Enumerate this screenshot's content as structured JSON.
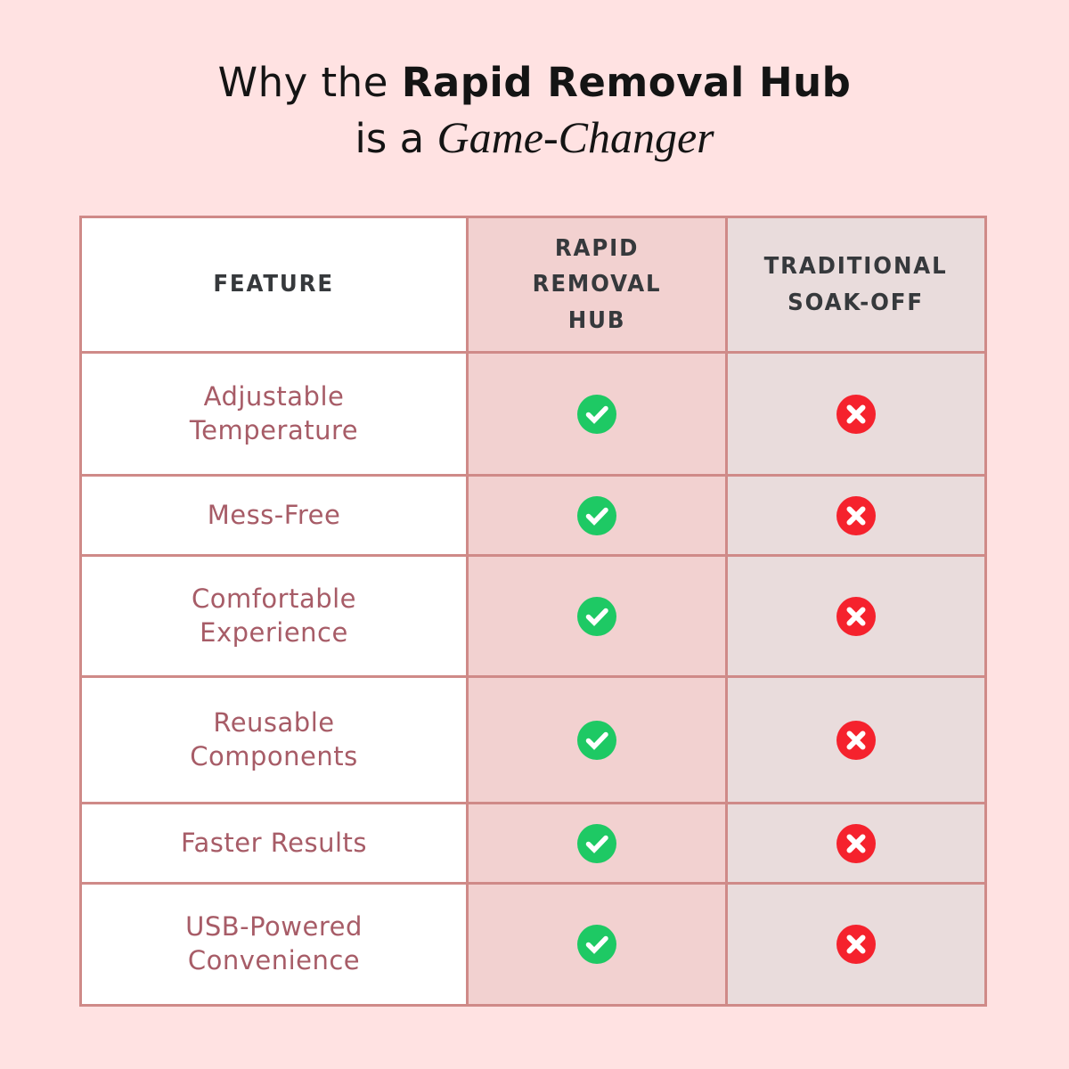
{
  "title": {
    "line1_regular": "Why the ",
    "line1_bold": "Rapid Removal Hub",
    "line2_regular": "is a ",
    "line2_italic": "Game-Changer"
  },
  "table": {
    "headers": {
      "feature": "FEATURE",
      "rapid": "RAPID\nREMOVAL\nHUB",
      "traditional": "TRADITIONAL\nSOAK-OFF"
    },
    "rows": [
      {
        "feature": "Adjustable\nTemperature",
        "rapid": true,
        "traditional": false
      },
      {
        "feature": "Mess-Free",
        "rapid": true,
        "traditional": false
      },
      {
        "feature": "Comfortable\nExperience",
        "rapid": true,
        "traditional": false
      },
      {
        "feature": "Reusable\nComponents",
        "rapid": true,
        "traditional": false
      },
      {
        "feature": "Faster Results",
        "rapid": true,
        "traditional": false
      },
      {
        "feature": "USB-Powered\nConvenience",
        "rapid": true,
        "traditional": false
      }
    ]
  },
  "chart_data": {
    "type": "table",
    "title": "Why the Rapid Removal Hub is a Game-Changer",
    "columns": [
      "FEATURE",
      "RAPID REMOVAL HUB",
      "TRADITIONAL SOAK-OFF"
    ],
    "rows": [
      [
        "Adjustable Temperature",
        "yes",
        "no"
      ],
      [
        "Mess-Free",
        "yes",
        "no"
      ],
      [
        "Comfortable Experience",
        "yes",
        "no"
      ],
      [
        "Reusable Components",
        "yes",
        "no"
      ],
      [
        "Faster Results",
        "yes",
        "no"
      ],
      [
        "USB-Powered Convenience",
        "yes",
        "no"
      ]
    ]
  },
  "icons": {
    "check": "check-icon (green circle, white checkmark)",
    "cross": "cross-icon (red circle, white x)"
  },
  "colors": {
    "background": "#ffe2e2",
    "table_border": "#cf8a88",
    "rapid_col_bg": "#f2d1d0",
    "traditional_col_bg": "#e9dcdc",
    "feature_text": "#a75c67",
    "header_text": "#36393c",
    "title_text": "#141414",
    "check_green": "#1ec964",
    "cross_red": "#f5222d"
  }
}
